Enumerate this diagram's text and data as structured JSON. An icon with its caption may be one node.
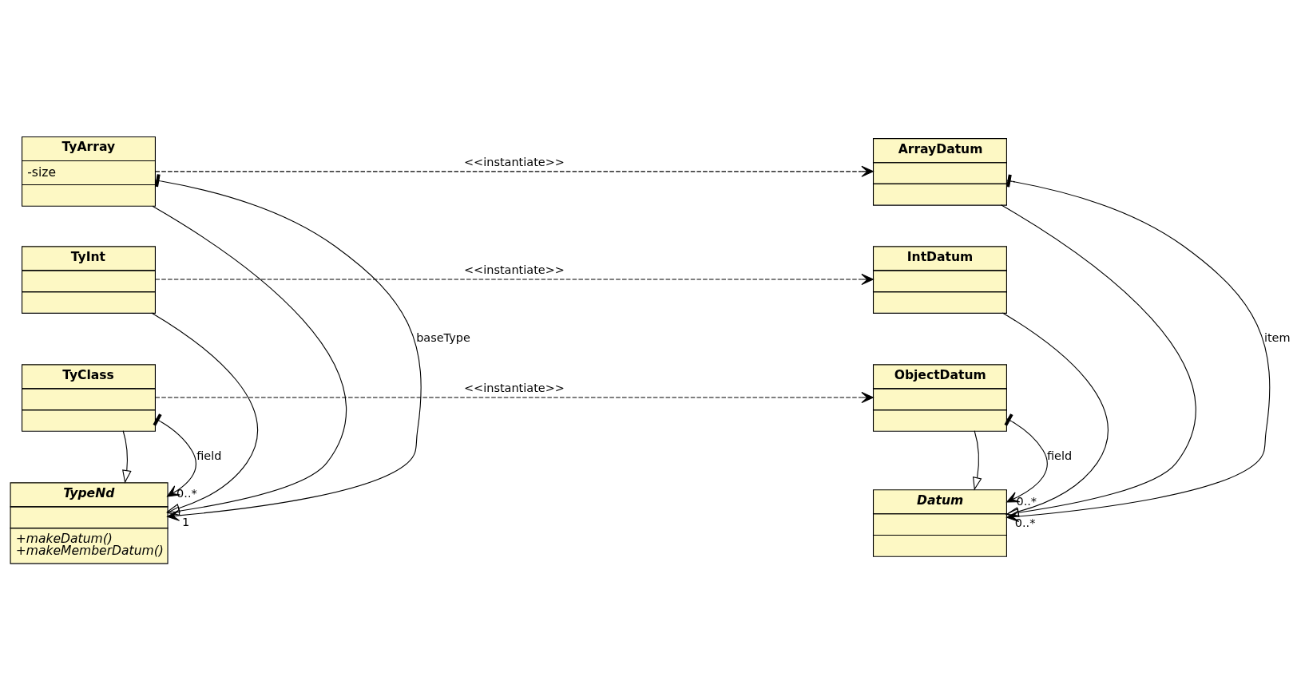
{
  "diagram": {
    "nodes": [
      {
        "text": [
          "TyArray",
          "-size"
        ]
      },
      {
        "text": [
          "ArrayDatum"
        ]
      },
      {
        "text": [
          "TyInt"
        ]
      },
      {
        "text": [
          "IntDatum"
        ]
      },
      {
        "text": [
          "TyClass"
        ]
      },
      {
        "text": [
          "ObjectDatum"
        ]
      },
      {
        "text": [
          "TypeNd",
          "+makeDatum()",
          "+makeMemberDatum()"
        ]
      },
      {
        "text": [
          "Datum"
        ]
      }
    ],
    "edges": [
      {
        "from": 0,
        "to": 1,
        "arrow": "to",
        "style": "dashed",
        "label": "<<instantiate>>"
      },
      {
        "from": 2,
        "to": 3,
        "arrow": "to",
        "style": "dashed",
        "label": "<<instantiate>>"
      },
      {
        "from": 4,
        "to": 5,
        "arrow": "to",
        "style": "dashed",
        "label": "<<instantiate>>"
      },
      {
        "from": 0,
        "to": 6,
        "arrow": "to"
      },
      {
        "from": 2,
        "to": 6,
        "arrow": "to"
      },
      {
        "from": 4,
        "to": 6,
        "arrow": "to"
      },
      {
        "from": 5,
        "to": 7,
        "arrow": "to"
      },
      {
        "from": 1,
        "to": 7,
        "arrow": "to"
      },
      {
        "from": 3,
        "to": 7,
        "arrow": "to"
      },
      {
        "from": 0,
        "to": 6,
        "arrow": "to",
        "label": "baseType"
      },
      {
        "from": 4,
        "to": 6,
        "arrow": "to",
        "label": "field"
      },
      {
        "from": 5,
        "to": 7,
        "arrow": "to",
        "label": "field"
      },
      {
        "from": 1,
        "to": 7,
        "arrow": "to",
        "label": "item"
      }
    ],
    "labels": [
      "0..*",
      "0..*",
      "1",
      "0..*"
    ]
  }
}
